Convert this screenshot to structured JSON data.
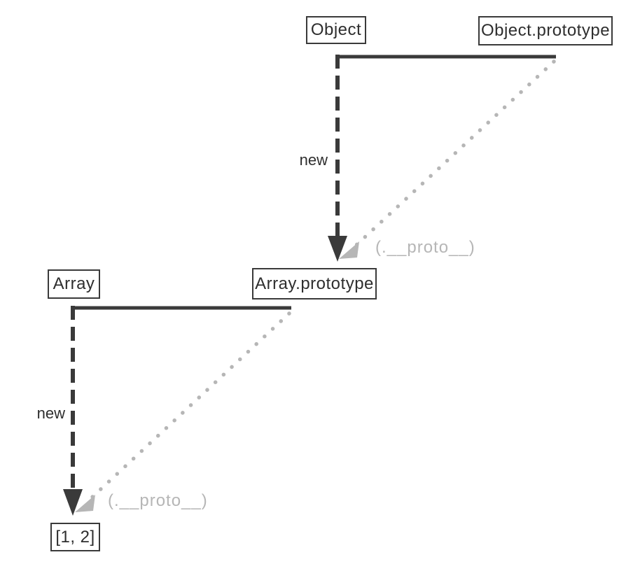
{
  "diagram": {
    "object_chain": {
      "constructor_label": "Object",
      "prototype_label": "Object.prototype",
      "new_label": "new",
      "proto_label": "(.__proto__)"
    },
    "array_chain": {
      "constructor_label": "Array",
      "prototype_label": "Array.prototype",
      "new_label": "new",
      "proto_label": "(.__proto__)",
      "instance_label": "[1, 2]"
    },
    "colors": {
      "line_dark": "#3a3a3a",
      "line_light": "#b6b6b6",
      "box_border": "#3a3a3a",
      "text_dark": "#2e2e2e",
      "background": "#ffffff"
    }
  }
}
